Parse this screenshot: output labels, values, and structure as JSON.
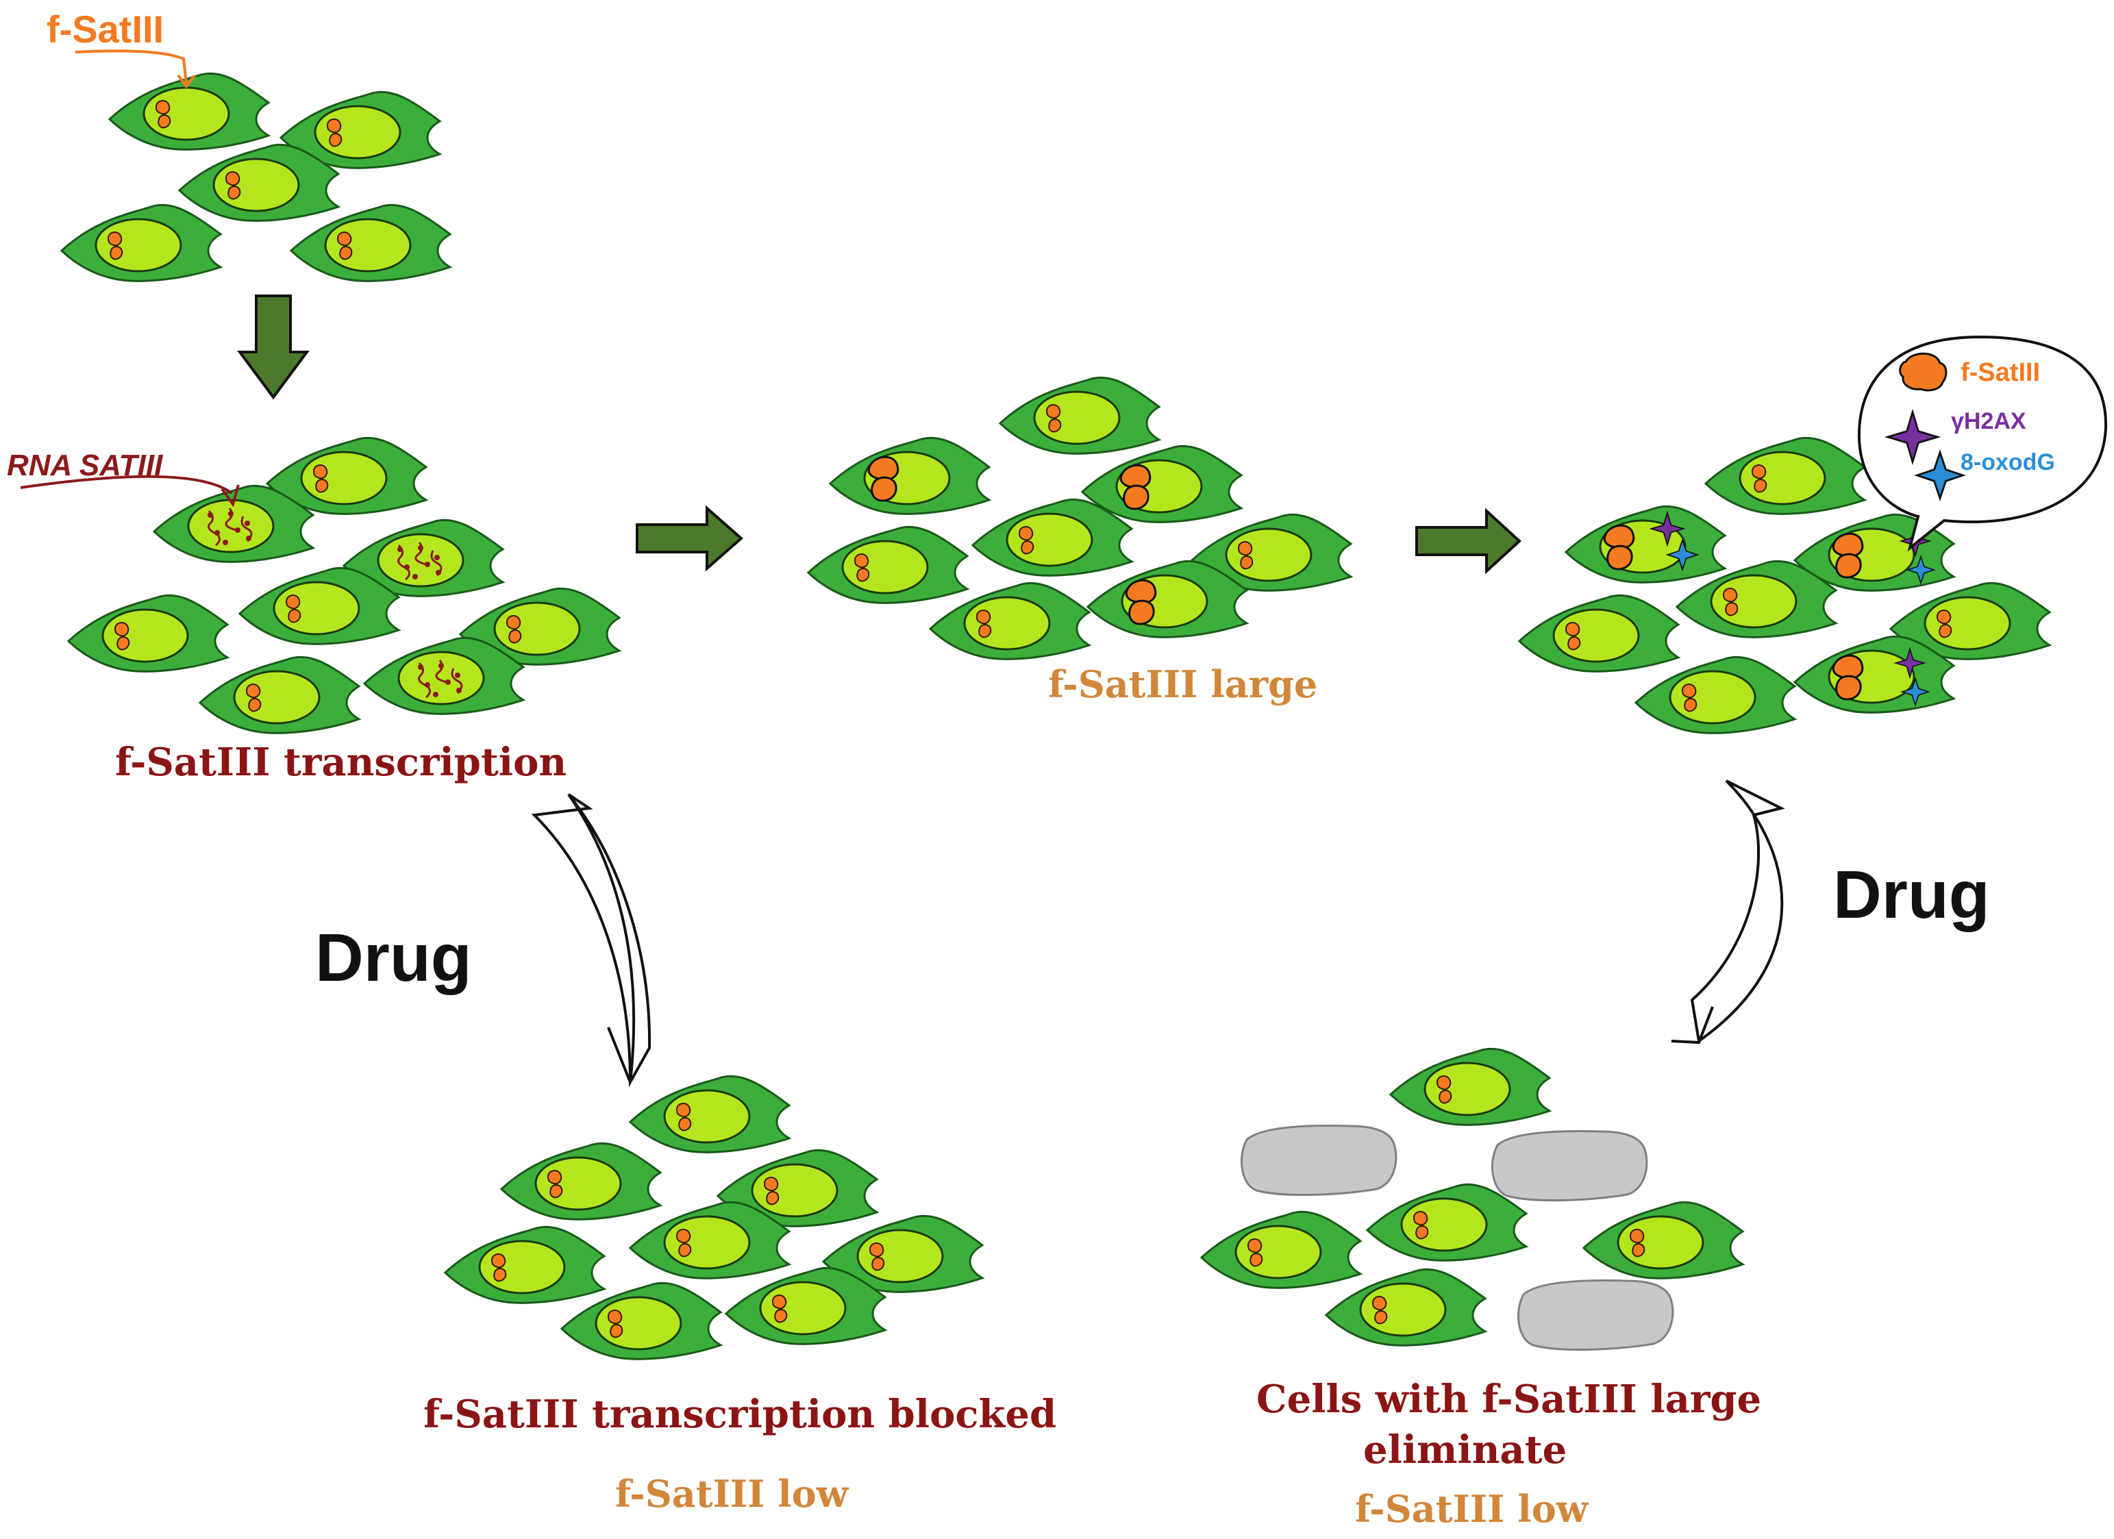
{
  "labels": {
    "top_fsatiii": "f-SatIII",
    "rna_satiii": "RNA SATIII",
    "transcription": "f-SatIII transcription",
    "large": "f-SatIII large",
    "drug_left": "Drug",
    "drug_right": "Drug",
    "blocked": "f-SatIII transcription blocked",
    "low_left": "f-SatIII low",
    "eliminate_line1": "Cells  with f-SatIII large",
    "eliminate_line2": "eliminate",
    "low_right": "f-SatIII low"
  },
  "legend": {
    "items": [
      {
        "label": "f-SatIII",
        "icon": "orange-blob-icon",
        "color": "#f47a20"
      },
      {
        "label": "γH2AX",
        "icon": "purple-star-icon",
        "color": "#7a2fa0"
      },
      {
        "label": "8-oxodG",
        "icon": "blue-star-icon",
        "color": "#2a8fd8"
      }
    ]
  },
  "colors": {
    "cell": "#3cae3c",
    "nucleus": "#b5e61d",
    "spot": "#f47a20",
    "arrow": "#4c7a2a",
    "dead_cell": "#c8c8c8",
    "rna": "#8b1a1a",
    "label_red": "#8b1414",
    "label_orange": "#d2863a"
  }
}
